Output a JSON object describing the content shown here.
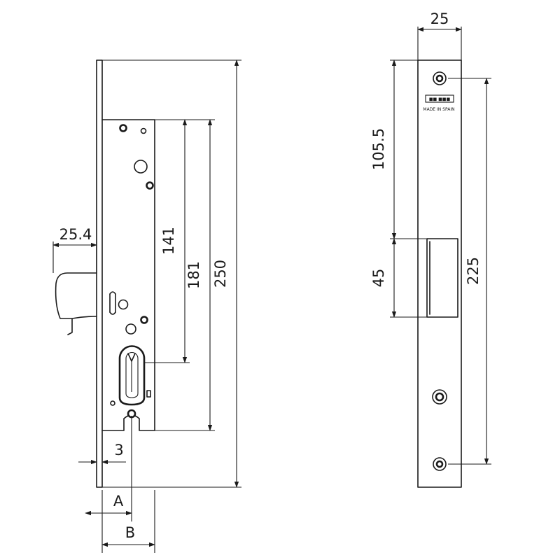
{
  "dimensions": {
    "faceplate_offset": "25.4",
    "spindle_to_top": "141",
    "cylinder_to_top": "181",
    "case_height": "250",
    "backset_gap": "3",
    "backset_a": "A",
    "backset_b": "B",
    "faceplate_width": "25",
    "upper_to_latch": "105.5",
    "latch_height": "45",
    "fixing_centres": "225"
  },
  "faceplate_marks": {
    "brand": "■■ ■■■",
    "origin": "MADE IN SPAIN"
  },
  "icons": {
    "cylinder": "euro-profile-cylinder-icon"
  }
}
